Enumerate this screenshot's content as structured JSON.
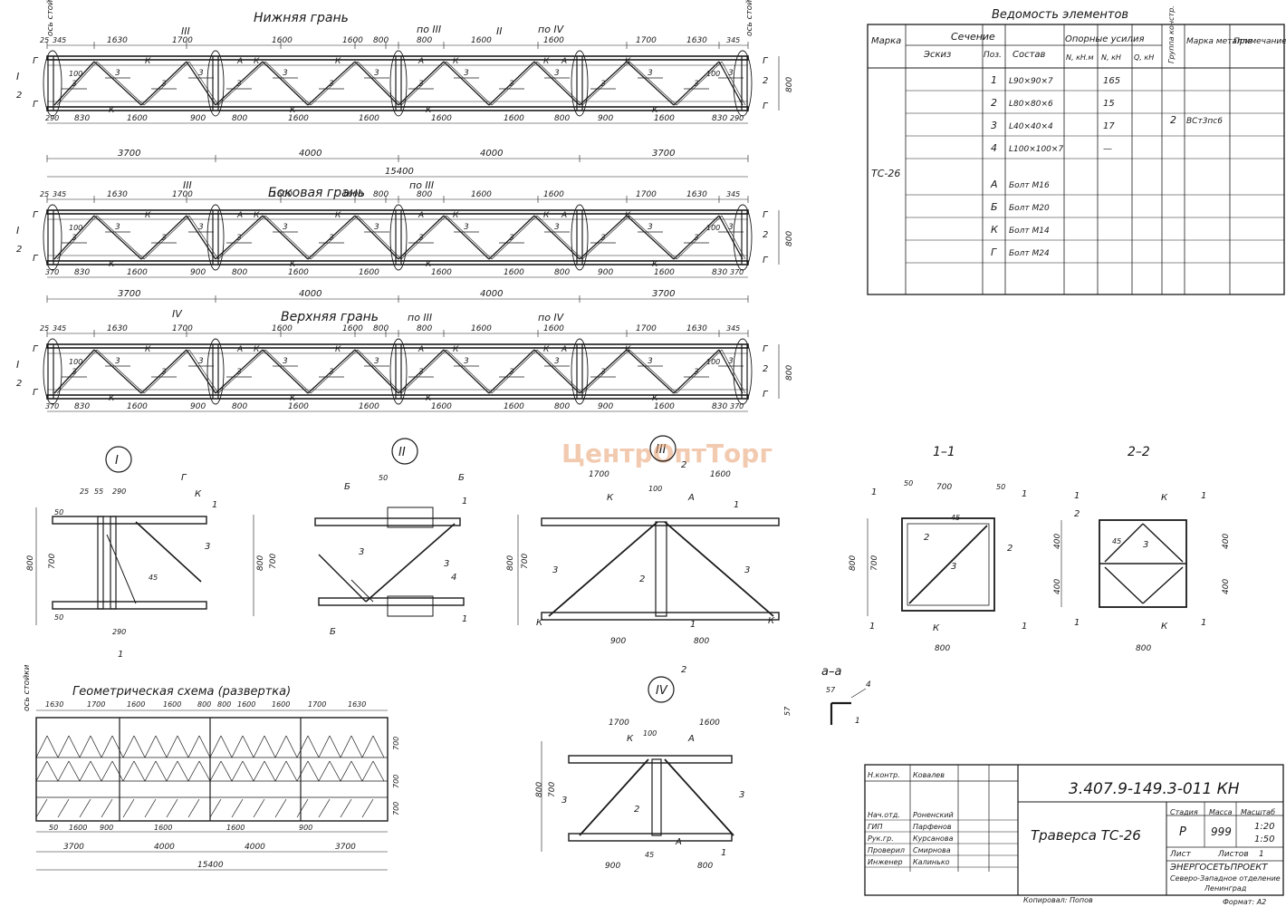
{
  "sheet": {
    "code": "3.407.9-149.3-011 КН",
    "title": "Траверса ТС-26",
    "stage": "Р",
    "mass": "999",
    "scale1": "1:20",
    "scale2": "1:50",
    "sheet_label": "Лист",
    "sheets_label": "Листов",
    "sheets_count": "1",
    "org1": "ЭНЕРГОСЕТЬПРОЕКТ",
    "org2": "Северо-Западное отделение",
    "org3": "Ленинград",
    "copied": "Копировал: Попов",
    "format": "Формат: А2",
    "col_stage": "Стадия",
    "col_mass": "Масса",
    "col_scale": "Масштаб",
    "watermark": "ЦентрОптТорг"
  },
  "stamp": [
    {
      "role": "Н.контр.",
      "name": "Ковалев"
    },
    {
      "role": "Нач.отд.",
      "name": "Роненский"
    },
    {
      "role": "ГИП",
      "name": "Парфенов"
    },
    {
      "role": "Рук.гр.",
      "name": "Курсанова"
    },
    {
      "role": "Проверил",
      "name": "Смирнова"
    },
    {
      "role": "Инженер",
      "name": "Калинько"
    }
  ],
  "spec": {
    "title": "Ведомость элементов",
    "h_mark": "Марка",
    "h_section": "Сечение",
    "h_sketch": "Эскиз",
    "h_pos": "Поз.",
    "h_comp": "Состав",
    "h_forces": "Опорные усилия",
    "h_n1": "N, кН.м",
    "h_n2": "N, кН",
    "h_q": "Q, кН",
    "h_group": "Группа констр.",
    "h_metal": "Марка металла",
    "h_note": "Примечание",
    "mark": "ТС-26",
    "group": "2",
    "metal": "ВСт3пс6",
    "rows": [
      {
        "pos": "1",
        "comp": "L90×90×7",
        "n": "165"
      },
      {
        "pos": "2",
        "comp": "L80×80×6",
        "n": "15"
      },
      {
        "pos": "3",
        "comp": "L40×40×4",
        "n": "17"
      },
      {
        "pos": "4",
        "comp": "L100×100×7",
        "n": "—"
      },
      {
        "pos": "А",
        "comp": "Болт М16",
        "n": ""
      },
      {
        "pos": "Б",
        "comp": "Болт М20",
        "n": ""
      },
      {
        "pos": "К",
        "comp": "Болт М14",
        "n": ""
      },
      {
        "pos": "Г",
        "comp": "Болт М24",
        "n": ""
      }
    ]
  },
  "views": {
    "bottom": "Нижняя грань",
    "side": "Боковая грань",
    "top": "Верхняя грань",
    "geom": "Геометрическая схема (развертка)",
    "axis": "ось стойки",
    "sec11": "1–1",
    "sec22": "2–2",
    "secaa": "а–а",
    "n1": "I",
    "n2": "II",
    "n3": "III",
    "n4": "IV",
    "po3": "по III",
    "po4": "по IV"
  },
  "dims": {
    "top_row": [
      "1630",
      "1700",
      "1600",
      "1600",
      "800",
      "800",
      "1600",
      "1600",
      "1700",
      "1630"
    ],
    "bottom_row": [
      "830",
      "1600",
      "900",
      "800",
      "1600",
      "1600",
      "1600",
      "1600",
      "800",
      "900",
      "1600",
      "830"
    ],
    "spans": [
      "3700",
      "4000",
      "4000",
      "3700"
    ],
    "total": "15400",
    "height": "800",
    "edge": "345",
    "e25": "25",
    "e370": "370",
    "e290": "290"
  },
  "detail": {
    "d50": "50",
    "d700": "700",
    "d800": "800",
    "d900": "900",
    "d1700": "1700",
    "d1600": "1600",
    "d100": "100",
    "d45": "45",
    "d290": "290",
    "d55": "55",
    "d25": "25",
    "d400": "400",
    "d57": "57",
    "lbl1": "1",
    "lbl2": "2",
    "lbl3": "3",
    "lbl4": "4",
    "lblK": "К",
    "lblA": "А",
    "lblB": "Б",
    "lblG": "Г"
  }
}
